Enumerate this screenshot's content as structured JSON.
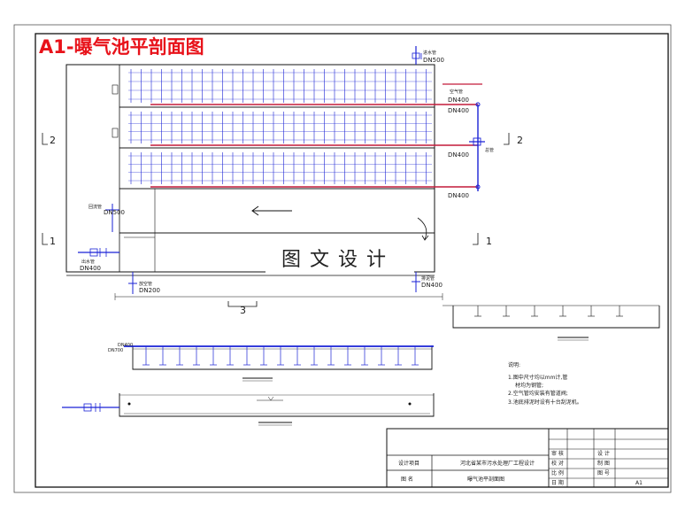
{
  "title": "A1-曝气池平剖面图",
  "watermark": "图文设计",
  "section_marks": {
    "left_upper": "2",
    "right_upper": "2",
    "left_lower": "1",
    "right_lower": "1",
    "bottom": "3"
  },
  "pipe_labels": {
    "top_inlet": "DN500",
    "top_inlet_tag": "进水管",
    "air_main_tag": "空气管",
    "air_1": "DN400",
    "air_2": "DN400",
    "air_3": "DN400",
    "air_4": "DN400",
    "air_branch_tag": "总管",
    "left_return": "DN500",
    "left_return_tag": "回流管",
    "left_outlet": "DN400",
    "left_outlet_tag": "出水管",
    "bottom_drain": "DN200",
    "bottom_drain_tag": "放空管",
    "right_bottom": "DN400",
    "right_bottom_tag": "排泥管",
    "section2_pipe": "DN400",
    "section2_pipe_b": "DN700"
  },
  "notes": {
    "heading": "说明:",
    "line1": "1.图中尺寸均以mm计,管",
    "line1b": "材均为钢管;",
    "line2": "2.空气管均安装有管道阀;",
    "line3": "3.池底排泥时设有十台刮泥机。"
  },
  "title_block": {
    "project_label": "设计项目",
    "project_value": "河北省某市污水处理厂工程设计",
    "drawing_label": "图 名",
    "drawing_value": "曝气池平剖面图",
    "r1a": "审 核",
    "r1b": "设 计",
    "r2a": "校 对",
    "r2b": "制 图",
    "r3a": "比 例",
    "r3b": "图 号",
    "r4a": "日 期",
    "r4b": "A1"
  },
  "colors": {
    "title": "#e8121a",
    "pipe_air": "#1a22d6",
    "pipe_sludge": "#c41a3a",
    "line": "#1a1a1a"
  }
}
